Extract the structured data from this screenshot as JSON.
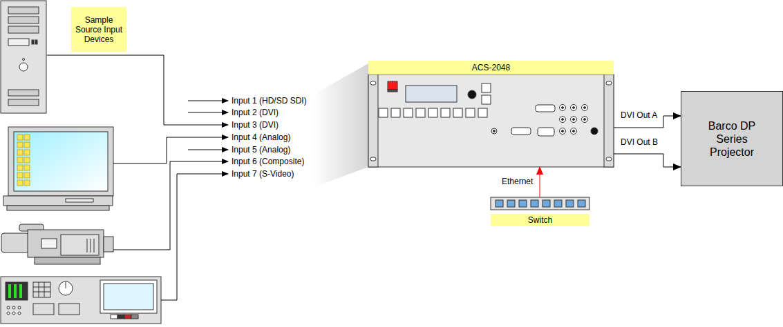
{
  "diagram": {
    "nodes": [
      {
        "text": [
          "Sample Source Input Devices"
        ]
      },
      {
        "text": [
          "ACS-2048"
        ]
      },
      {
        "text": [
          "Barco DP Series Projector"
        ]
      },
      {
        "text": [
          "Switch"
        ]
      }
    ],
    "edges": [
      {
        "from": 1,
        "to": 2,
        "label": "DVI Out A",
        "arrow": "to"
      },
      {
        "from": 1,
        "to": 2,
        "label": "DVI Out B",
        "arrow": "to"
      },
      {
        "from": 3,
        "to": 1,
        "label": "Ethernet",
        "arrow": "to"
      }
    ],
    "labels": [
      "Input 1 (HD/SD SDI)",
      "Input 2 (DVI)",
      "Input 3 (DVI)",
      "Input 4 (Analog)",
      "Input 5 (Analog)",
      "Input 6 (Composite)",
      "Input 7 (S-Video)"
    ]
  }
}
